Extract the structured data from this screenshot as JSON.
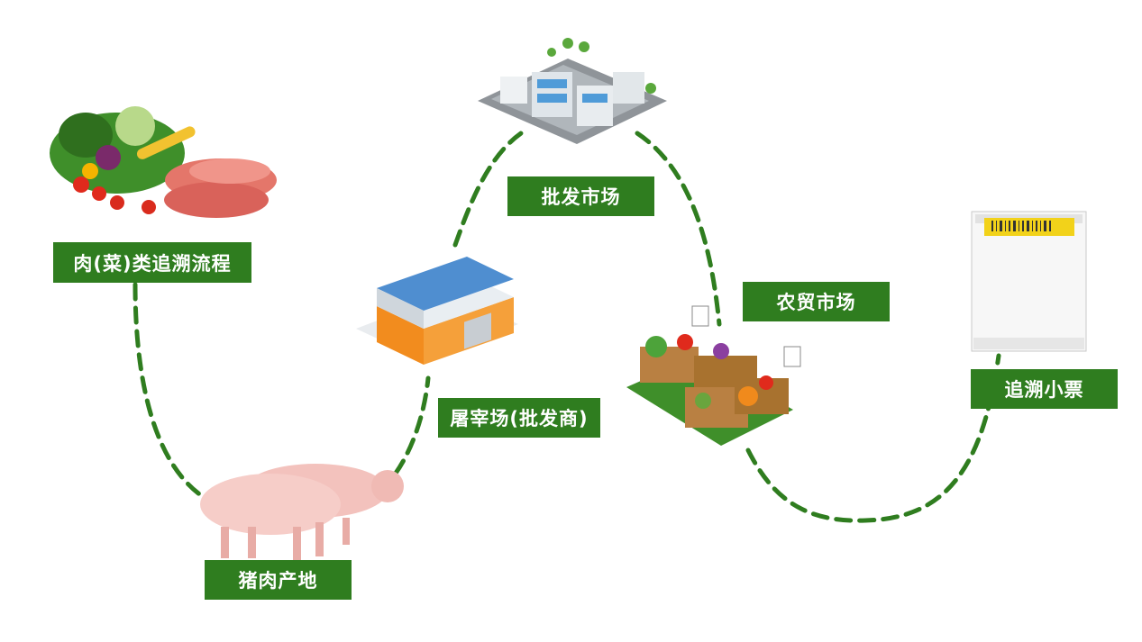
{
  "diagram": {
    "nodes": [
      {
        "id": "start",
        "label": "肉(菜)类追溯流程",
        "icon": "meat-vegetables-icon"
      },
      {
        "id": "farm",
        "label": "猪肉产地",
        "icon": "pigs-icon"
      },
      {
        "id": "slaughter",
        "label": "屠宰场(批发商)",
        "icon": "warehouse-icon"
      },
      {
        "id": "wholesale",
        "label": "批发市场",
        "icon": "market-buildings-icon"
      },
      {
        "id": "market",
        "label": "农贸市场",
        "icon": "produce-stall-icon"
      },
      {
        "id": "ticket",
        "label": "追溯小票",
        "icon": "receipt-ticket-icon"
      }
    ],
    "colors": {
      "label_bg": "#2f7d1f",
      "connector": "#2f7d1f"
    }
  }
}
